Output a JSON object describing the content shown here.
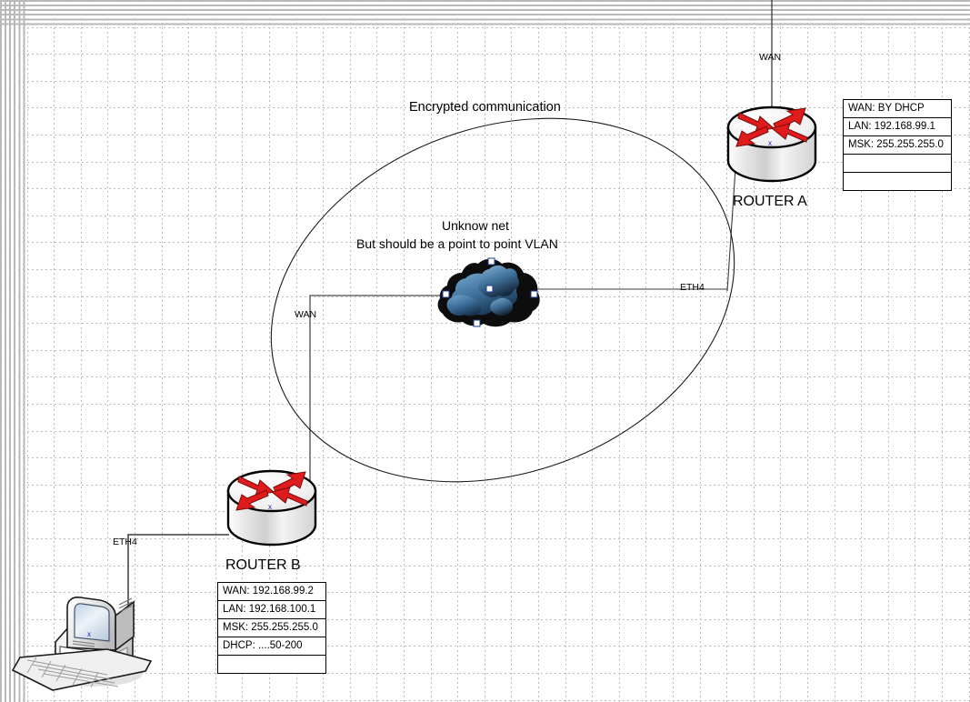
{
  "diagram": {
    "title_label": "Encrypted communication",
    "cloud_label_line1": "Unknow net",
    "cloud_label_line2": "But should be a point to point VLAN",
    "background": "#ffffff",
    "grid_color": "#bdbdbd",
    "line_color": "#4d4d4d",
    "ellipse_stroke": "#000000",
    "router_arrow_color": "#e01b1b",
    "cloud_color": "#2e5f8a"
  },
  "nodes": {
    "router_a": {
      "name": "router-a",
      "label": "ROUTER A",
      "icon": "router-icon",
      "table": [
        {
          "text": "WAN: BY DHCP",
          "empty": false
        },
        {
          "text": "LAN: 192.168.99.1",
          "empty": false
        },
        {
          "text": "MSK: 255.255.255.0",
          "empty": false
        },
        {
          "text": "",
          "empty": true
        },
        {
          "text": "",
          "empty": true
        }
      ]
    },
    "router_b": {
      "name": "router-b",
      "label": "ROUTER B",
      "icon": "router-icon",
      "table": [
        {
          "text": "WAN: 192.168.99.2",
          "empty": false
        },
        {
          "text": "LAN: 192.168.100.1",
          "empty": false
        },
        {
          "text": "MSK: 255.255.255.0",
          "empty": false
        },
        {
          "text": "DHCP: ....50-200",
          "empty": false
        },
        {
          "text": "",
          "empty": true
        }
      ]
    },
    "cloud": {
      "name": "network-cloud",
      "icon": "cloud-icon",
      "selected": true
    },
    "workstation": {
      "name": "workstation",
      "icon": "desktop-computer-icon"
    }
  },
  "link_labels": {
    "router_a_wan": "WAN",
    "router_a_eth4": "ETH4",
    "router_b_wan": "WAN",
    "router_b_eth4": "ETH4"
  }
}
